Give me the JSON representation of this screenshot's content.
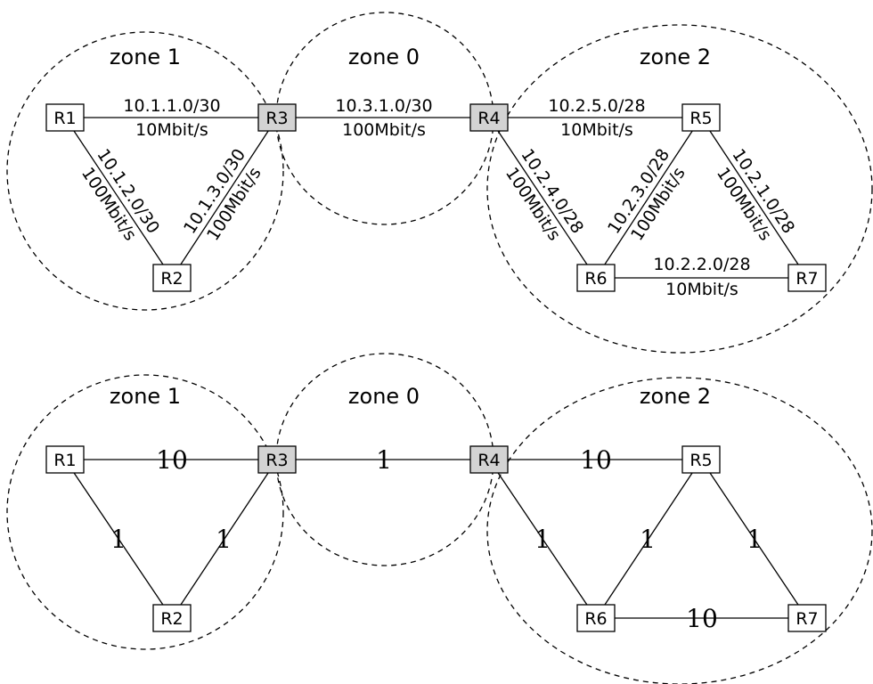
{
  "colors": {
    "abr_fill": "#d3d3d3",
    "router_fill": "#ffffff",
    "stroke": "#000000"
  },
  "top": {
    "zones": {
      "z1": "zone 1",
      "z0": "zone 0",
      "z2": "zone 2"
    },
    "routers": {
      "r1": "R1",
      "r2": "R2",
      "r3": "R3",
      "r4": "R4",
      "r5": "R5",
      "r6": "R6",
      "r7": "R7"
    },
    "links": {
      "r1_r3": {
        "subnet": "10.1.1.0/30",
        "speed": "10Mbit/s"
      },
      "r1_r2": {
        "subnet": "10.1.2.0/30",
        "speed": "100Mbit/s"
      },
      "r2_r3": {
        "subnet": "10.1.3.0/30",
        "speed": "100Mbit/s"
      },
      "r3_r4": {
        "subnet": "10.3.1.0/30",
        "speed": "100Mbit/s"
      },
      "r4_r5": {
        "subnet": "10.2.5.0/28",
        "speed": "10Mbit/s"
      },
      "r4_r6": {
        "subnet": "10.2.4.0/28",
        "speed": "100Mbit/s"
      },
      "r5_r6": {
        "subnet": "10.2.3.0/28",
        "speed": "100Mbit/s"
      },
      "r5_r7": {
        "subnet": "10.2.1.0/28",
        "speed": "100Mbit/s"
      },
      "r6_r7": {
        "subnet": "10.2.2.0/28",
        "speed": "10Mbit/s"
      }
    }
  },
  "bottom": {
    "zones": {
      "z1": "zone 1",
      "z0": "zone 0",
      "z2": "zone 2"
    },
    "routers": {
      "r1": "R1",
      "r2": "R2",
      "r3": "R3",
      "r4": "R4",
      "r5": "R5",
      "r6": "R6",
      "r7": "R7"
    },
    "costs": {
      "r1_r3": "10",
      "r1_r2": "1",
      "r2_r3": "1",
      "r3_r4": "1",
      "r4_r5": "10",
      "r4_r6": "1",
      "r5_r6": "1",
      "r5_r7": "1",
      "r6_r7": "10"
    }
  }
}
